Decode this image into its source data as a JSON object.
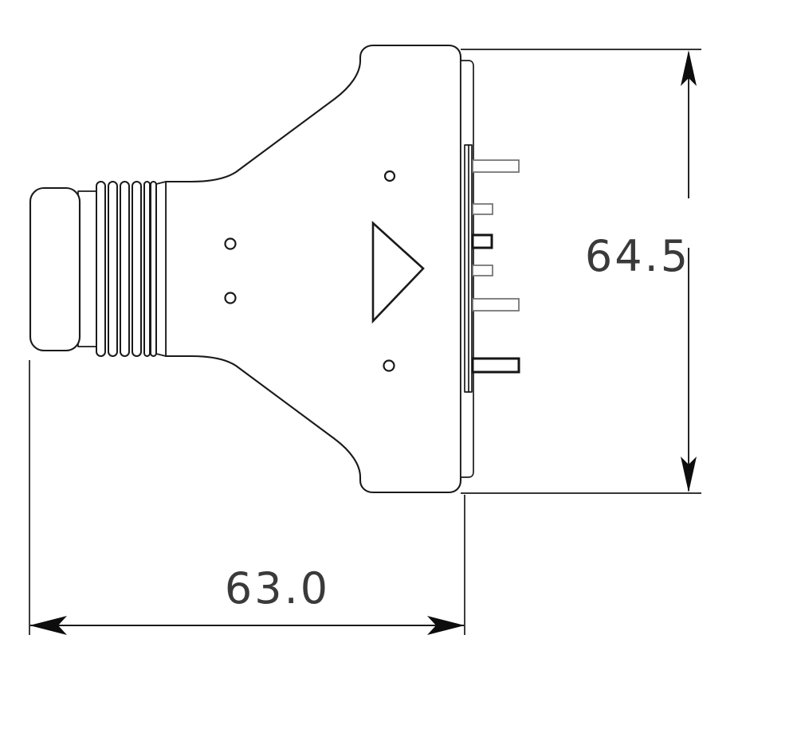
{
  "drawing": {
    "title": "Connector side-view dimensioned drawing",
    "background_color": "#ffffff",
    "line_color": "#1a1a1a",
    "text_color": "#3a3a3a"
  },
  "dimensions": {
    "height": {
      "label": "64.5",
      "orientation": "vertical",
      "unit_implied": "mm",
      "arrow_style": "filled-solid",
      "position": "right"
    },
    "width": {
      "label": "63.0",
      "orientation": "horizontal",
      "unit_implied": "mm",
      "arrow_style": "filled-solid",
      "position": "bottom"
    }
  },
  "parts": {
    "cable_gland_cap": "cable-gland-end-cap",
    "gland_ribs_count": 6,
    "body": "flared-connector-housing",
    "flange_plate": "mounting-flange-plate",
    "polarity_marker": "triangle-orientation-marker",
    "mounting_holes_count": 4,
    "pins_count": 6
  },
  "icons": {
    "triangle_marker": "triangle-right-icon",
    "hole": "circle-hole-icon",
    "arrow_up": "arrow-up-icon",
    "arrow_down": "arrow-down-icon",
    "arrow_left": "arrow-left-icon",
    "arrow_right": "arrow-right-icon"
  }
}
